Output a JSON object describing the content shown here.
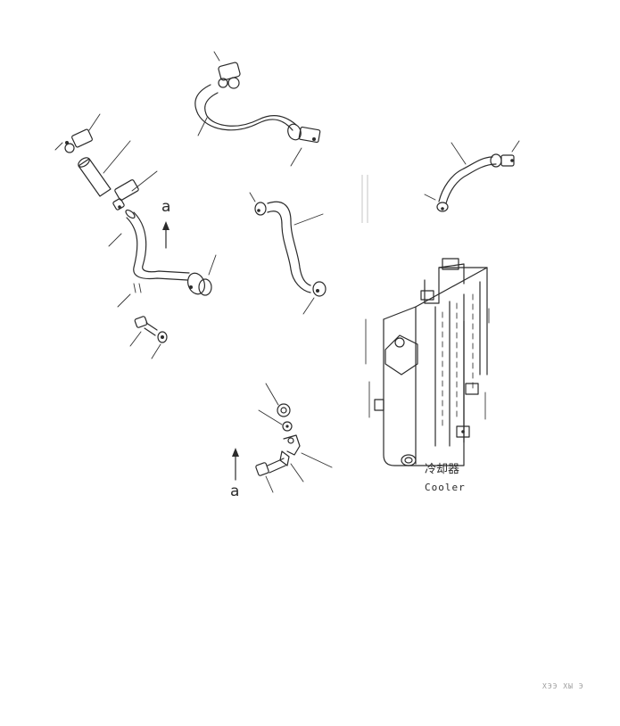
{
  "view_arrows": [
    {
      "letter": "a"
    },
    {
      "letter": "a"
    }
  ],
  "cooler": {
    "label_cjk": "冷却器",
    "label_en": "Cooler"
  },
  "drawing_number": "ХЭЭ ХЫ Э"
}
